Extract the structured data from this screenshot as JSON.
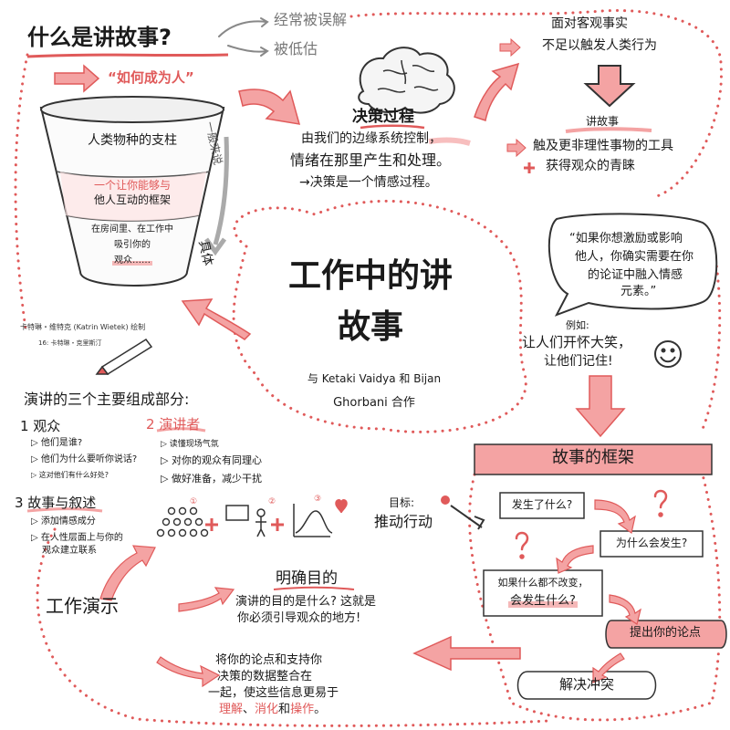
{
  "colors": {
    "accent": "#e05a5a",
    "pink": "#f4a3a3",
    "light_pink": "#f9d0d0",
    "ink": "#1a1a1a",
    "gray": "#777777"
  },
  "top_left": {
    "title": "什么是讲故事?",
    "note1": "经常被误解",
    "note2": "被低估",
    "how": "“如何成为人”",
    "funnel_l1": "人类物种的支柱",
    "funnel_l2a": "一个让你能够与",
    "funnel_l2b": "他人互动的框架",
    "funnel_l3a": "在房间里、在工作中",
    "funnel_l3b": "吸引你的",
    "funnel_l3c": "观众……",
    "side_general": "一般来说",
    "side_specific": "具体",
    "credit1": "卡特琳・维特克 (Katrin Wietek) 绘制",
    "credit2": "16: 卡特琳・克里斯汀"
  },
  "decision": {
    "title": "决策过程",
    "line1": "由我们的边缘系统控制，",
    "line2": "情绪在那里产生和处理。",
    "line3": "→决策是一个情感过程。"
  },
  "top_right": {
    "line1": "面对客观事实",
    "line2": "不足以触发人类行为",
    "tag": "讲故事",
    "line3": "触及更非理性事物的工具",
    "line4": "获得观众的青睐"
  },
  "quote": {
    "l1": "“如果你想激励或影响",
    "l2": "他人，你确实需要在你",
    "l3": "的论证中融入情感",
    "l4": "元素。”",
    "ex_label": "例如:",
    "ex1": "让人们开怀大笑，",
    "ex2": "让他们记住!"
  },
  "center": {
    "title1": "工作中的讲",
    "title2": "故事",
    "with1": "与 Ketaki Vaidya 和 Bijan",
    "with2": "Ghorbani 合作"
  },
  "components": {
    "title": "演讲的三个主要组成部分:",
    "c1": "1 观众",
    "c1a": "▷ 他们是谁?",
    "c1b": "▷ 他们为什么要听你说话?",
    "c1c": "▷ 这对他们有什么好处?",
    "c2": "2 演讲者",
    "c2a": "▷ 读懂现场气氛",
    "c2b": "▷ 对你的观众有同理心",
    "c2c": "▷ 做好准备，减少干扰",
    "c3": "3 故事与叙述",
    "c3a": "▷ 添加情感成分",
    "c3b1": "▷ 在人性层面上与你的",
    "c3b2": "观众建立联系",
    "n1": "①",
    "n2": "②",
    "n3": "③",
    "goal_label": "目标:",
    "goal": "推动行动"
  },
  "framework": {
    "title": "故事的框架",
    "q1": "发生了什么?",
    "q2": "为什么会发生?",
    "q3a": "如果什么都不改变，",
    "q3b": "会发生什么?",
    "point": "提出你的论点",
    "resolve": "解决冲突"
  },
  "bottom": {
    "work": "工作演示",
    "purpose": "明确目的",
    "p1": "演讲的目的是什么? 这就是",
    "p2": "你必须引导观众的地方!",
    "d1": "将你的论点和支持你",
    "d2": "决策的数据整合在",
    "d3": "一起，使这些信息更易于",
    "d4a": "理解",
    "d4sep1": "、",
    "d4b": "消化",
    "d4sep2": "和",
    "d4c": "操作",
    "d4end": "。"
  }
}
